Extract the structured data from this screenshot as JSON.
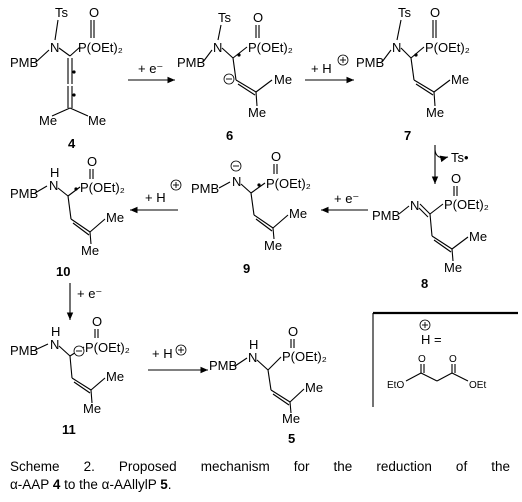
{
  "labels": {
    "ts": "Ts",
    "n": "N",
    "nh": "H",
    "pmb": "PMB",
    "o": "O",
    "p": "P(OEt)₂",
    "me": "Me",
    "eto": "EtO",
    "oet": "OEt"
  },
  "arrows": {
    "e1": "+ e⁻",
    "h1": "+ H",
    "ts": "Ts•",
    "e2": "+ e⁻",
    "h2": "+ H",
    "e3": "+ e⁻",
    "h3": "+ H",
    "hdef": "H ="
  },
  "compounds": {
    "c4": "4",
    "c6": "6",
    "c7": "7",
    "c8": "8",
    "c9": "9",
    "c10": "10",
    "c11": "11",
    "c5": "5"
  },
  "caption": {
    "line1": "Scheme   2.   Proposed   mechanism   for   the   reduction   of   the",
    "prefix": "α-AAP",
    "num_a": "4",
    "mid": "to the α-AAllylP",
    "num_b": "5",
    "end": "."
  }
}
